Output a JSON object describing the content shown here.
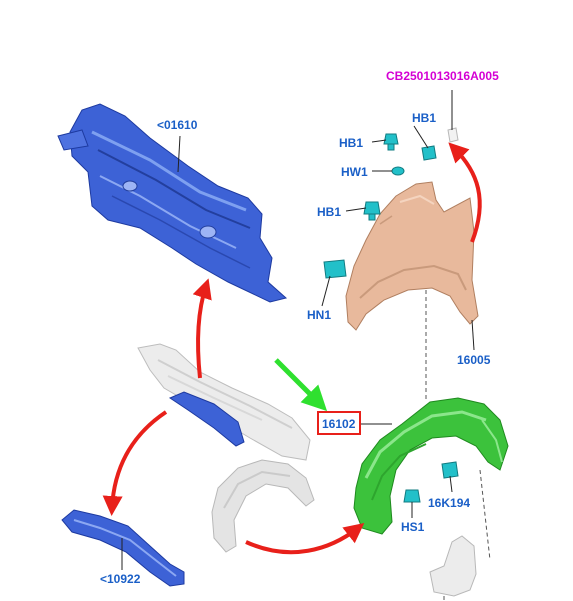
{
  "labels": {
    "cb_code": "CB2501013016A005",
    "dash_panel": "<01610",
    "hb1_top_right": "HB1",
    "hb1_left_upper": "HB1",
    "hw1": "HW1",
    "hb1_left_lower": "HB1",
    "hn1": "HN1",
    "fender": "16005",
    "wheel_liner": "16102",
    "clip_16k194": "16K194",
    "hs1": "HS1",
    "apron_rail": "<10922"
  },
  "colors": {
    "label_blue": "#1a5fc7",
    "label_magenta": "#d400d4",
    "dash_panel_blue": "#3d62d6",
    "fender_tan": "#e8b99c",
    "liner_green": "#3cc23c",
    "highlight_red": "#e8201a",
    "pointer_green": "#2fe02f",
    "fastener_cyan": "#22c0c9",
    "ghost_gray": "#e4e4e4"
  }
}
